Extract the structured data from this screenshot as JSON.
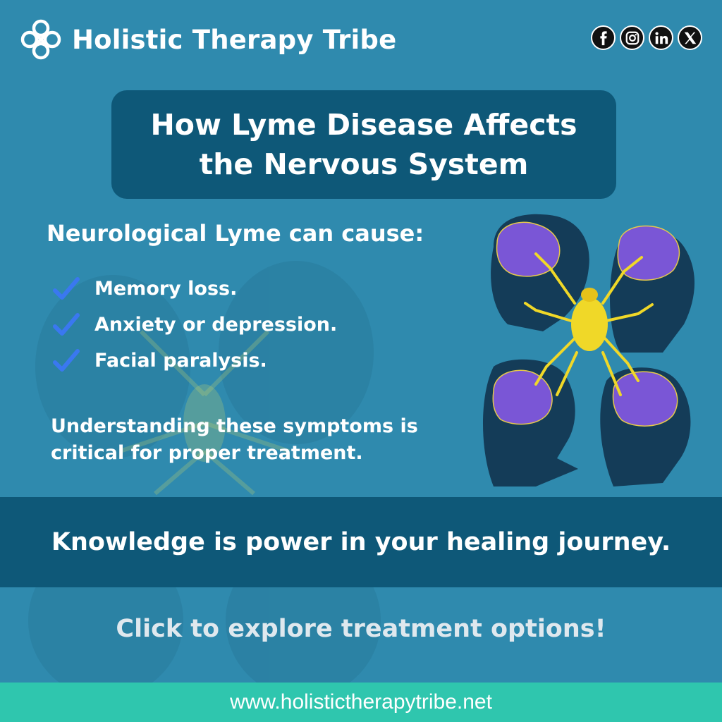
{
  "brand": {
    "name": "Holistic Therapy Tribe",
    "logo_icon": "celtic-knot-logo"
  },
  "socials": [
    {
      "name": "facebook-icon",
      "glyph": "f"
    },
    {
      "name": "instagram-icon",
      "glyph": ""
    },
    {
      "name": "linkedin-icon",
      "glyph": "in"
    },
    {
      "name": "x-icon",
      "glyph": "X"
    }
  ],
  "title": {
    "line1": "How Lyme Disease Affects",
    "line2": "the Nervous System"
  },
  "intro": "Neurological Lyme can cause:",
  "symptoms": [
    {
      "text": "Memory loss."
    },
    {
      "text": "Anxiety or depression."
    },
    {
      "text": "Facial paralysis."
    }
  ],
  "understanding": "Understanding these symptoms is critical for proper treatment.",
  "band": "Knowledge is power in your healing journey.",
  "cta": "Click to explore treatment options!",
  "website": "www.holistictherapytribe.net",
  "colors": {
    "background": "#2f8aae",
    "dark_panel": "#0e5878",
    "footer": "#2fc6ae",
    "check": "#3a78f0",
    "brain": "#7a56d6",
    "tick_body": "#f0d828"
  }
}
